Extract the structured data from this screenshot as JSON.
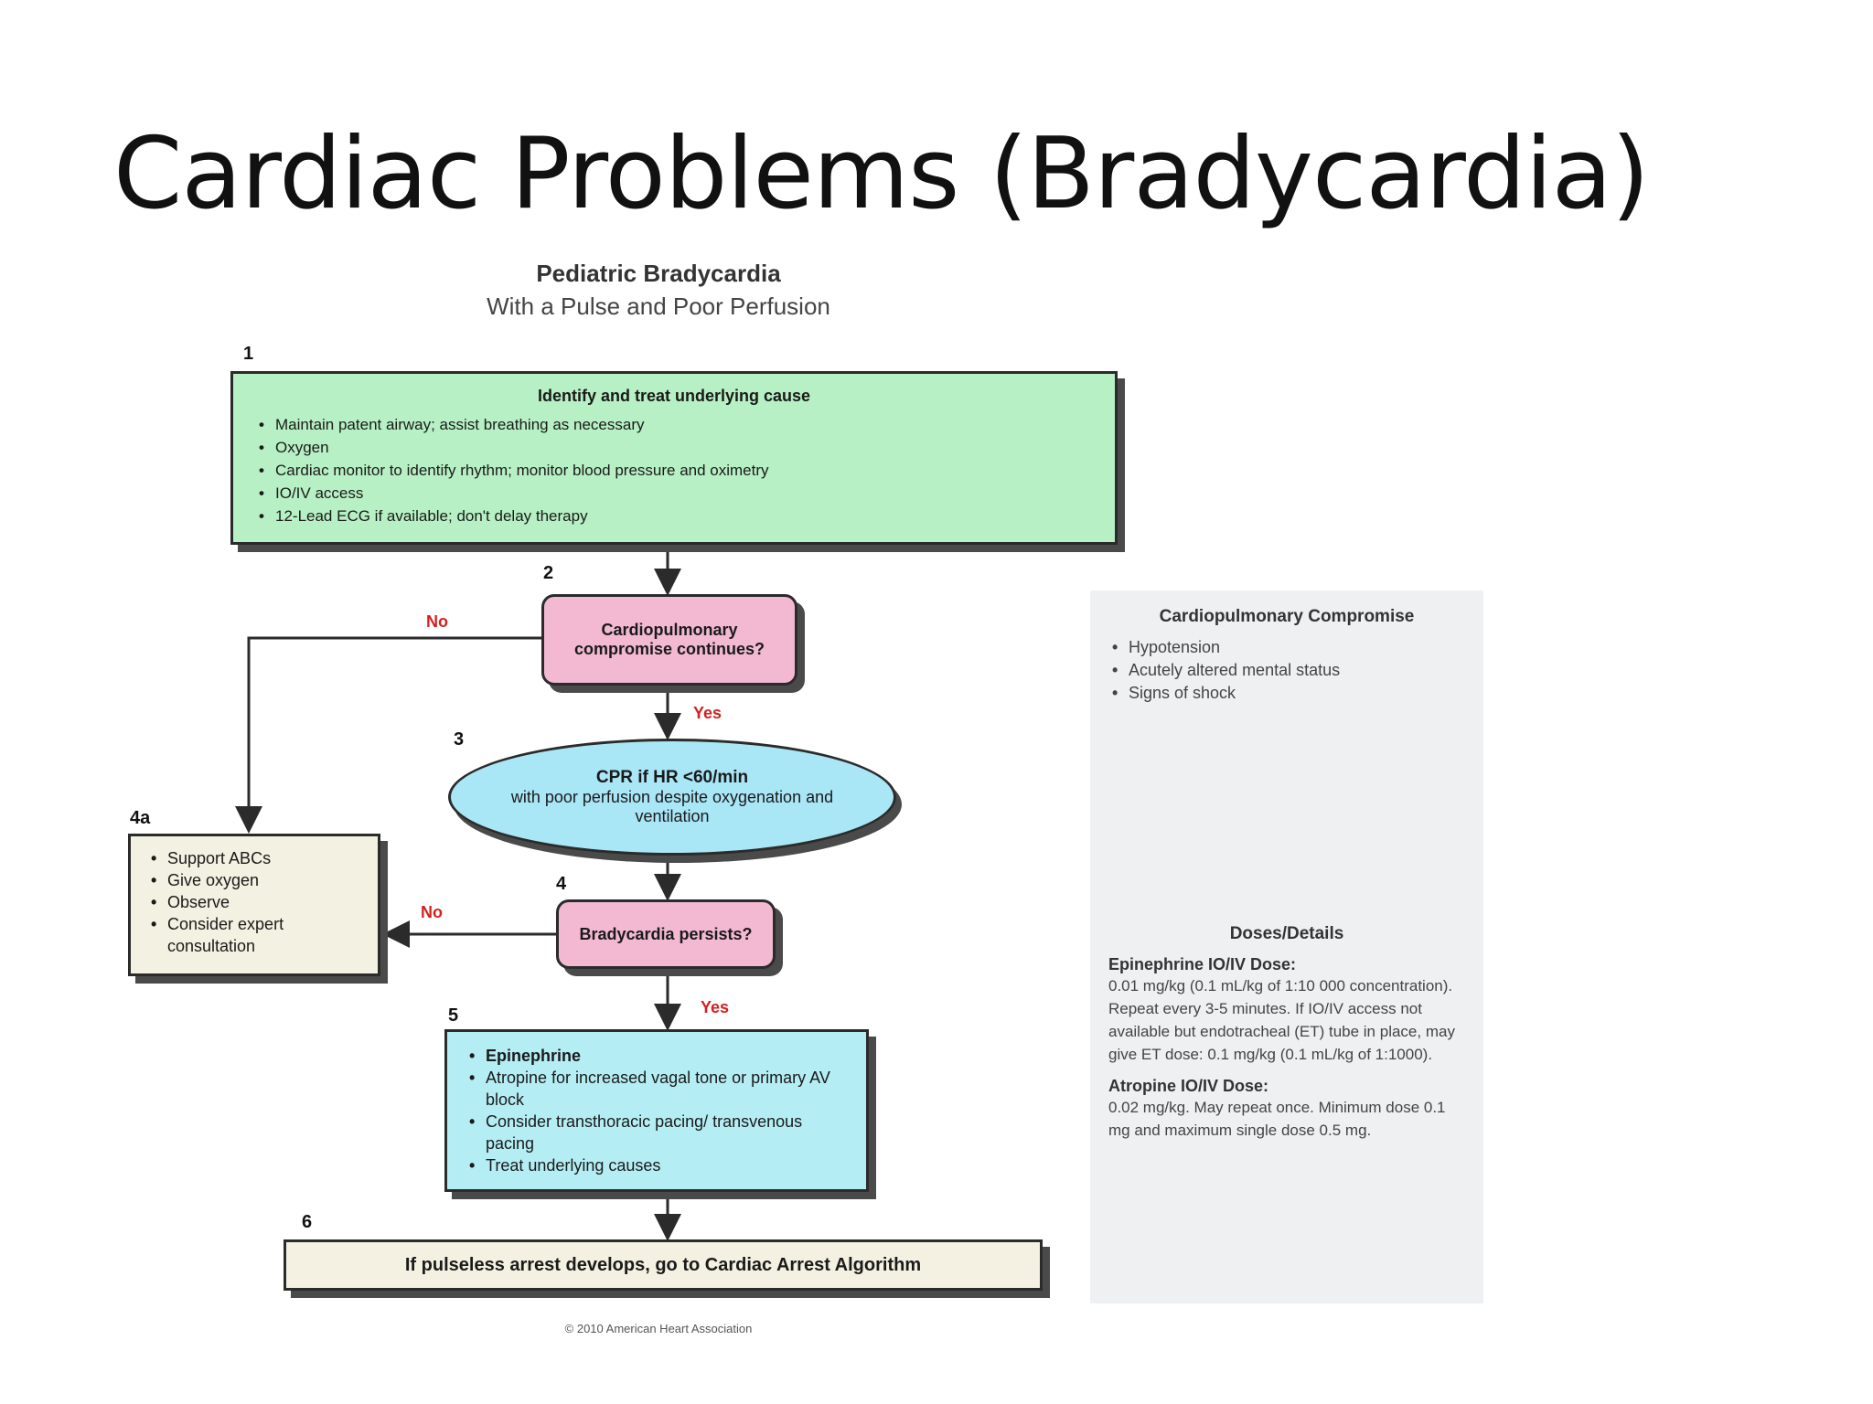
{
  "slide": {
    "title": "Cardiac Problems (Bradycardia)"
  },
  "flowchart": {
    "title": "Pediatric Bradycardia",
    "subtitle": "With a Pulse and Poor Perfusion",
    "copyright": "© 2010 American Heart Association",
    "step1": {
      "number": "1",
      "heading": "Identify and treat underlying cause",
      "items": [
        "Maintain patent airway; assist breathing as necessary",
        "Oxygen",
        "Cardiac monitor to identify rhythm; monitor blood pressure and oximetry",
        "IO/IV access",
        "12-Lead ECG if available; don't delay therapy"
      ]
    },
    "step2": {
      "number": "2",
      "text": "Cardiopulmonary compromise continues?",
      "no_label": "No",
      "yes_label": "Yes"
    },
    "step3": {
      "number": "3",
      "main": "CPR if HR <60/min",
      "text": "with poor perfusion despite oxygenation and ventilation"
    },
    "step4": {
      "number": "4",
      "text": "Bradycardia persists?",
      "no_label": "No",
      "yes_label": "Yes"
    },
    "step4a": {
      "number": "4a",
      "items": [
        "Support ABCs",
        "Give oxygen",
        "Observe",
        "Consider expert consultation"
      ]
    },
    "step5": {
      "number": "5",
      "items": [
        "Epinephrine",
        "Atropine for increased vagal tone or primary AV block",
        "Consider transthoracic pacing/ transvenous pacing",
        "Treat underlying causes"
      ]
    },
    "step6": {
      "number": "6",
      "text": "If pulseless arrest develops, go to Cardiac Arrest Algorithm"
    }
  },
  "side_panel": {
    "compromise_heading": "Cardiopulmonary Compromise",
    "compromise_items": [
      "Hypotension",
      "Acutely altered mental status",
      "Signs of shock"
    ],
    "doses_heading": "Doses/Details",
    "epi_heading": "Epinephrine IO/IV Dose:",
    "epi_text": "0.01 mg/kg (0.1 mL/kg of 1:10 000 concentration). Repeat every 3-5 minutes. If IO/IV access not available but endotracheal (ET) tube in place, may give ET dose: 0.1 mg/kg (0.1 mL/kg of 1:1000).",
    "atropine_heading": "Atropine IO/IV Dose:",
    "atropine_text": "0.02 mg/kg. May repeat once. Minimum dose 0.1 mg and maximum single dose 0.5 mg."
  }
}
